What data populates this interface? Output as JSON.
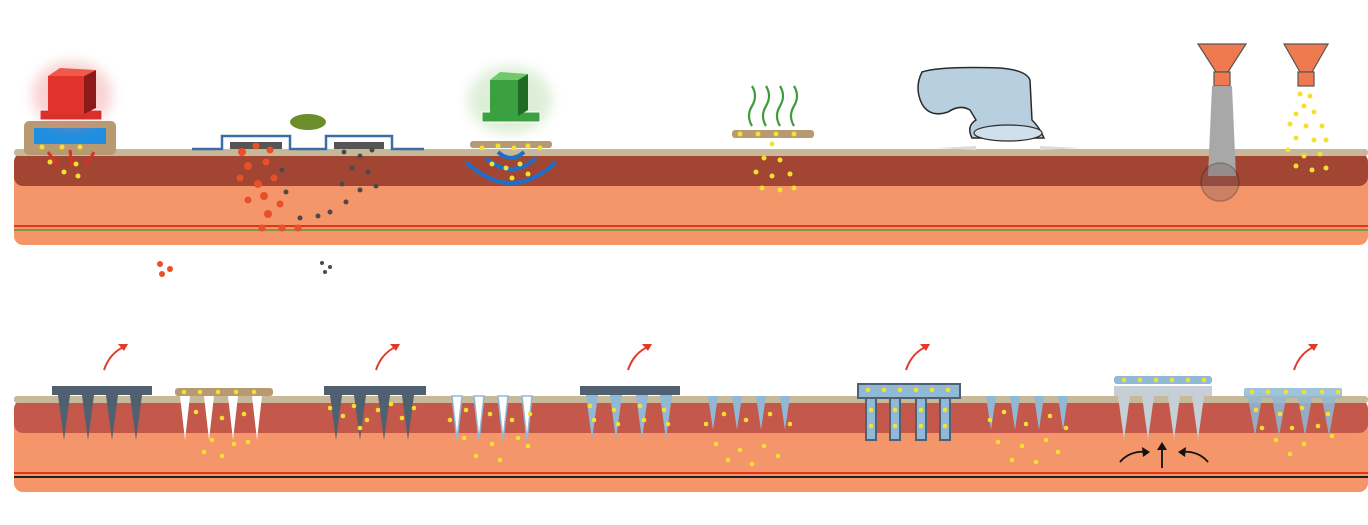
{
  "diagram": {
    "panels": [
      {
        "name": "top-panel",
        "methods": [
          "thermal-ablation",
          "iontophoresis-patch",
          "ultrasound",
          "chemical-enhancer",
          "jet-injector",
          "powder-injection",
          "topical-powder"
        ]
      },
      {
        "name": "bottom-panel",
        "methods": [
          "solid-microneedles-patch",
          "coated-microneedles",
          "dissolving-microneedles",
          "hollow-microneedles",
          "hydrogel-forming-microneedles"
        ]
      }
    ]
  },
  "colors": {
    "surface": "#c8b89a",
    "epidermis": "#a24633",
    "dermis": "#f4956a",
    "red_line": "#e3351b",
    "green_line": "#7b9a3c",
    "particle_yellow": "#f4e030",
    "particle_red": "#e8502a",
    "particle_dark": "#4a4a4a",
    "needle_slate": "#4f6070",
    "needle_light": "#8fb9d6",
    "arrow_red": "#e23a2a"
  },
  "icons": [
    "heat-device-icon",
    "ultrasound-device-icon",
    "vapor-icon",
    "jet-injector-icon",
    "funnel-icon",
    "removal-arrow-icon",
    "swelling-arrow-icon"
  ]
}
